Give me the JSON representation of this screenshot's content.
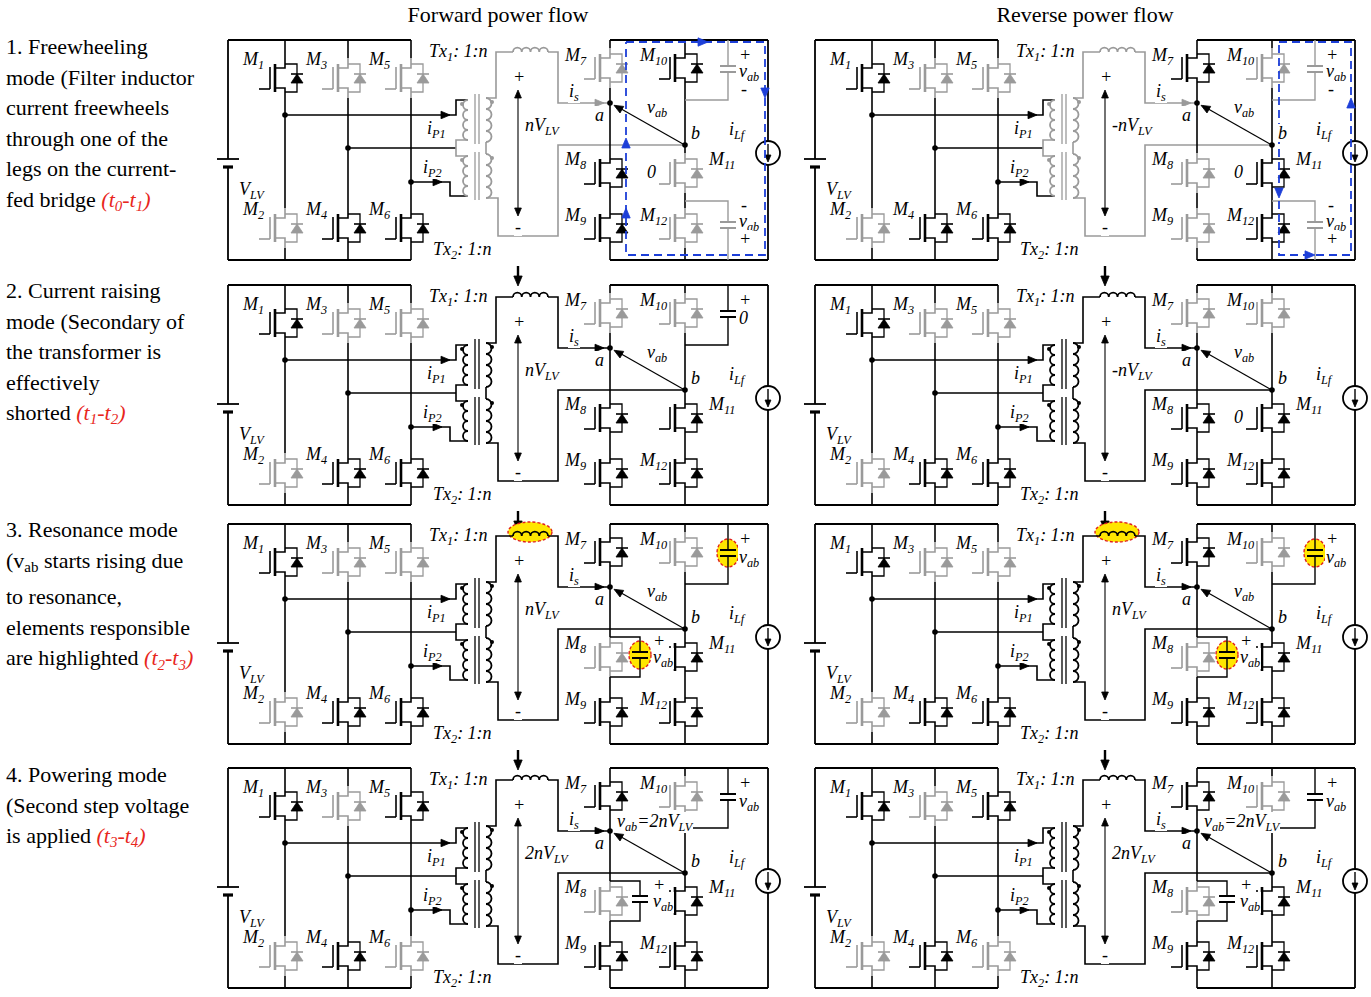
{
  "diagram": {
    "labels": [
      "Forward power flow",
      "Reverse power flow",
      "1. Freewheeling mode (Filter inductor current freewheels through one of the legs on the current-fed bridge",
      "(t0-t1)",
      "2. Current raising mode (Secondary of the transformer is effectively shorted",
      "(t1-t2)",
      "3. Resonance mode (vab starts rising due to resonance, elements responsible are highlighted",
      "(t2-t3)",
      "4. Powering mode (Second step voltage is applied",
      "(t3-t4)",
      "M1",
      "M3",
      "M5",
      "M2",
      "M4",
      "M6",
      "VLV",
      "Tx1: 1:n",
      "Tx2: 1:n",
      "iP1",
      "iP2",
      "M7",
      "M10",
      "M8",
      "M11",
      "M9",
      "M12",
      "is",
      "a",
      "b",
      "vab",
      "iLf",
      "+",
      "nVLV",
      "-",
      "+",
      "vab",
      "-",
      "0",
      "-",
      "vab",
      "+",
      "M1",
      "M3",
      "M5",
      "M2",
      "M4",
      "M6",
      "VLV",
      "Tx1: 1:n",
      "Tx2: 1:n",
      "iP1",
      "iP2",
      "M7",
      "M10",
      "M8",
      "M11",
      "M9",
      "M12",
      "is",
      "a",
      "b",
      "vab",
      "iLf",
      "+",
      "-nVLV",
      "-",
      "+",
      "vab",
      "-",
      "0",
      "-",
      "vab",
      "+",
      "M1",
      "M3",
      "M5",
      "M2",
      "M4",
      "M6",
      "VLV",
      "Tx1: 1:n",
      "Tx2: 1:n",
      "iP1",
      "iP2",
      "M7",
      "M10",
      "M8",
      "M11",
      "M9",
      "M12",
      "is",
      "a",
      "b",
      "vab",
      "iLf",
      "+",
      "nVLV",
      "-",
      "+",
      "0",
      "M1",
      "M3",
      "M5",
      "M2",
      "M4",
      "M6",
      "VLV",
      "Tx1: 1:n",
      "Tx2: 1:n",
      "iP1",
      "iP2",
      "M7",
      "M10",
      "M8",
      "M11",
      "M9",
      "M12",
      "is",
      "a",
      "b",
      "vab",
      "iLf",
      "+",
      "-nVLV",
      "-",
      "0",
      "M1",
      "M3",
      "M5",
      "M2",
      "M4",
      "M6",
      "VLV",
      "Tx1: 1:n",
      "Tx2: 1:n",
      "iP1",
      "iP2",
      "M7",
      "M10",
      "M8",
      "M11",
      "M9",
      "M12",
      "is",
      "a",
      "b",
      "vab",
      "iLf",
      "+",
      "nVLV",
      "-",
      "+",
      "vab",
      "+",
      "vab",
      "M1",
      "M3",
      "M5",
      "M2",
      "M4",
      "M6",
      "VLV",
      "Tx1: 1:n",
      "Tx2: 1:n",
      "iP1",
      "iP2",
      "M7",
      "M10",
      "M8",
      "M11",
      "M9",
      "M12",
      "is",
      "a",
      "b",
      "vab",
      "iLf",
      "+",
      "nVLV",
      "-",
      "+",
      "vab",
      "+",
      "vab",
      "M1",
      "M3",
      "M5",
      "M2",
      "M4",
      "M6",
      "VLV",
      "Tx1: 1:n",
      "Tx2: 1:n",
      "iP1",
      "iP2",
      "M7",
      "M10",
      "M8",
      "M11",
      "M9",
      "M12",
      "is",
      "a",
      "b",
      "vab=2nVLV",
      "iLf",
      "+",
      "2nVLV",
      "-",
      "+",
      "vab",
      "+",
      "vab",
      "M1",
      "M3",
      "M5",
      "M2",
      "M4",
      "M6",
      "VLV",
      "Tx1: 1:n",
      "Tx2: 1:n",
      "iP1",
      "iP2",
      "M7",
      "M10",
      "M8",
      "M11",
      "M9",
      "M12",
      "is",
      "a",
      "b",
      "vab=2nVLV",
      "iLf",
      "+",
      "2nVLV",
      "-",
      "+",
      "vab",
      "+",
      "vab"
    ]
  }
}
